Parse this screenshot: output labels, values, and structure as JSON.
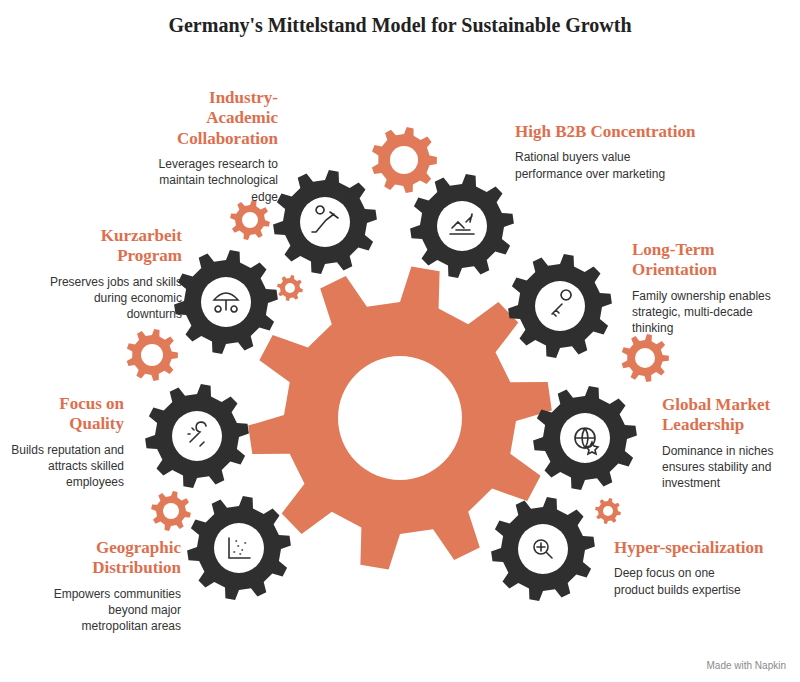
{
  "diagram": {
    "title": "Germany's Mittelstand Model for Sustainable Growth",
    "nodes": [
      {
        "text": [
          "Industry-Academic Collaboration",
          "Leverages research to maintain technological edge"
        ]
      },
      {
        "text": [
          "High B2B Concentration",
          "Rational buyers value performance over marketing"
        ]
      },
      {
        "text": [
          "Kurzarbeit Program",
          "Preserves jobs and skills during economic downturns"
        ]
      },
      {
        "text": [
          "Long-Term Orientation",
          "Family ownership enables strategic, multi-decade thinking"
        ]
      },
      {
        "text": [
          "Focus on Quality",
          "Builds reputation and attracts skilled employees"
        ]
      },
      {
        "text": [
          "Global Market Leadership",
          "Dominance in niches ensures stability and investment"
        ]
      },
      {
        "text": [
          "Geographic Distribution",
          "Empowers communities beyond major metropolitan areas"
        ]
      },
      {
        "text": [
          "Hyper-specialization",
          "Deep focus on one product builds expertise"
        ]
      }
    ],
    "labels": [
      "Made with Napkin"
    ]
  }
}
